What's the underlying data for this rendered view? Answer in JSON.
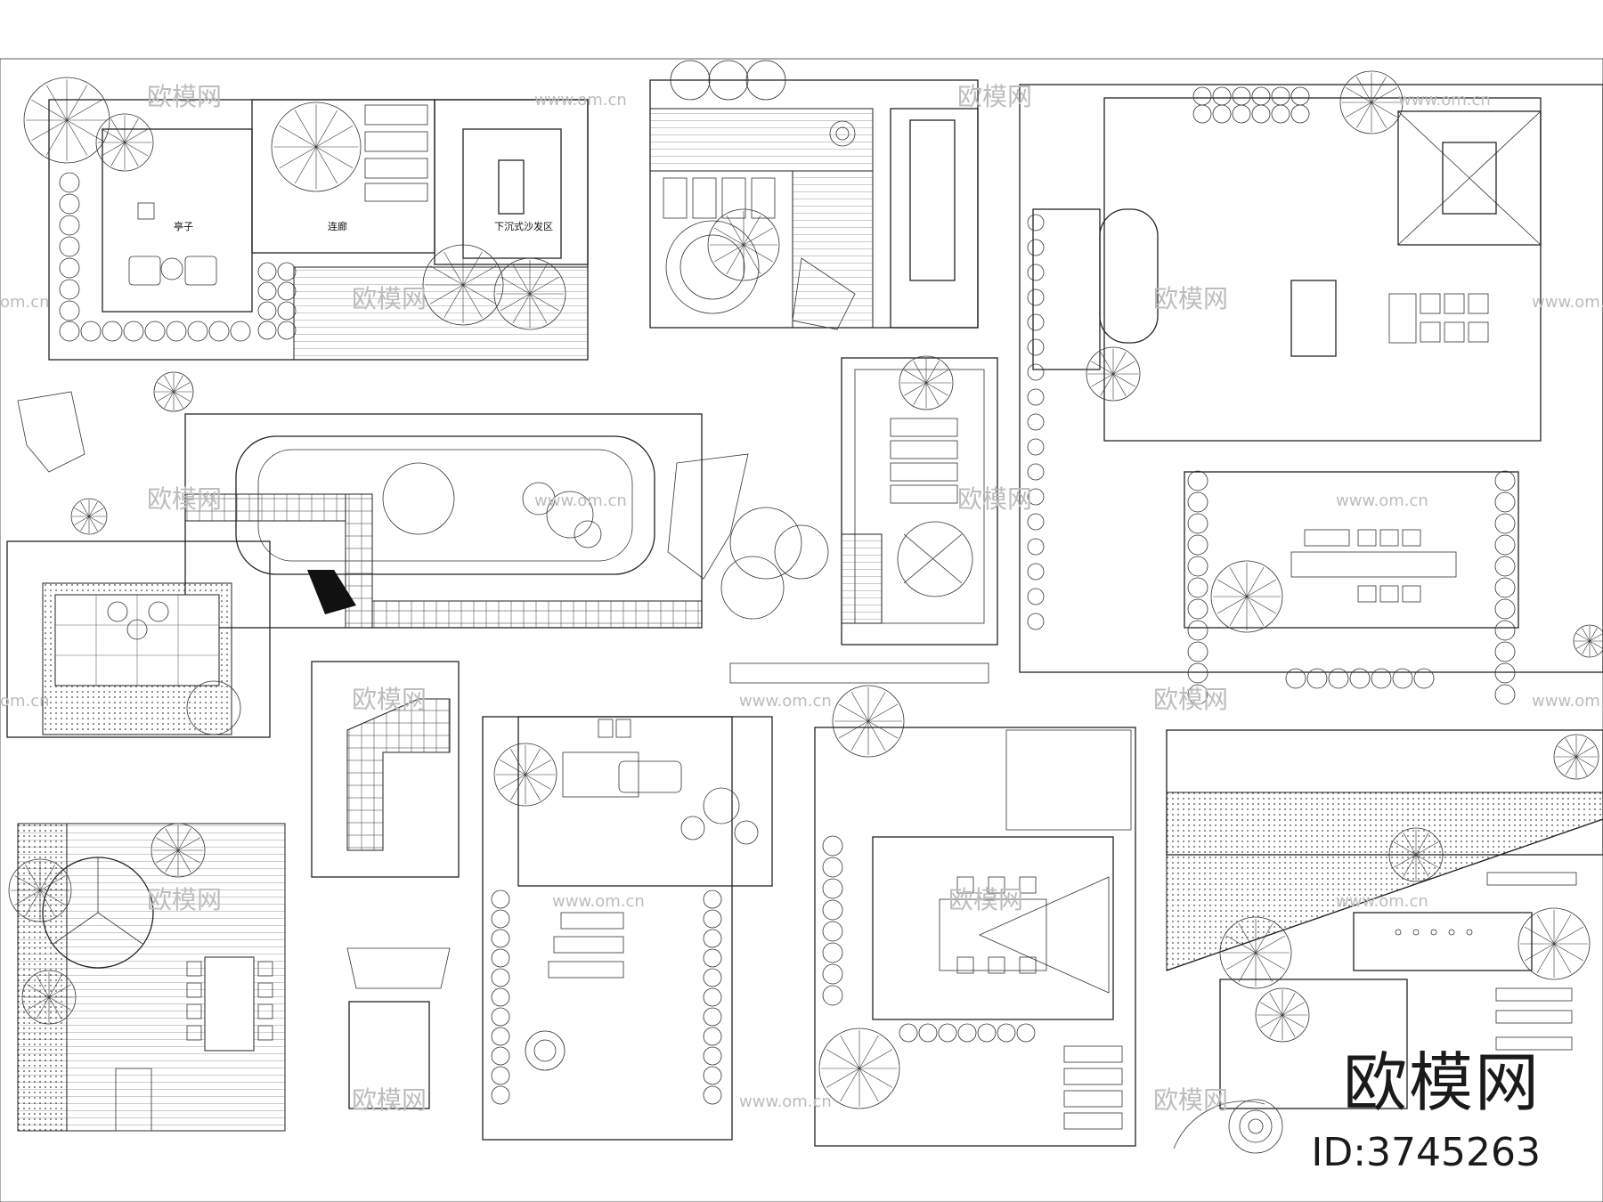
{
  "labels": {
    "pavilion": "亭子",
    "corridor": "连廊",
    "sunken_sofa": "下沉式沙发区"
  },
  "watermark": {
    "repeat_text": "欧模网",
    "url_text": "www.om.cn",
    "partial_text": "om.cn"
  },
  "brand": {
    "name": "欧模网",
    "id": "ID:3745263"
  }
}
